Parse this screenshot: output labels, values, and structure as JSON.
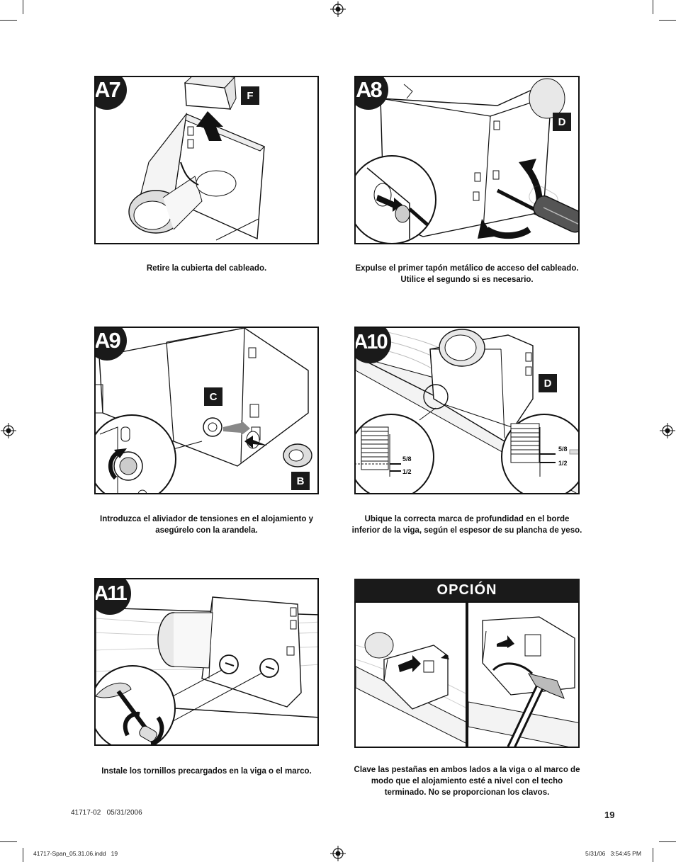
{
  "panels": {
    "a7": {
      "badge": "A7",
      "part": "F",
      "caption": "Retire la cubierta del cableado."
    },
    "a8": {
      "badge": "A8",
      "part": "D",
      "caption_l1": "Expulse el primer tapón metálico de acceso del cableado.",
      "caption_l2": "Utilice el segundo si es necesario."
    },
    "a9": {
      "badge": "A9",
      "part_c": "C",
      "part_b": "B",
      "caption_l1": "Introduzca el aliviador de tensiones en el alojamiento y",
      "caption_l2": "asegúrelo con la arandela."
    },
    "a10": {
      "badge": "A10",
      "part": "D",
      "depth_top": "5/8",
      "depth_bottom": "1/2",
      "caption_l1": "Ubique la correcta marca de profundidad en el borde",
      "caption_l2": "inferior de la viga, según el espesor de su plancha de yeso."
    },
    "a11": {
      "badge": "A11",
      "caption": "Instale los tornillos precargados en la viga o el marco."
    },
    "option": {
      "title": "OPCIÓN",
      "caption_l1": "Clave las pestañas en ambos lados a la viga o al marco de",
      "caption_l2": "modo que el alojamiento esté a nivel con el techo",
      "caption_l3": "terminado. No se proporcionan los clavos."
    }
  },
  "footer": {
    "doc_id": "41717-02   05/31/2006",
    "page_number": "19",
    "file_slug": "41717-Span_05.31.06.indd   19",
    "timestamp": "5/31/06   3:54:45 PM"
  },
  "icons": [
    "registration-mark-icon",
    "arrow-icon",
    "screwdriver-icon",
    "hammer-icon"
  ]
}
